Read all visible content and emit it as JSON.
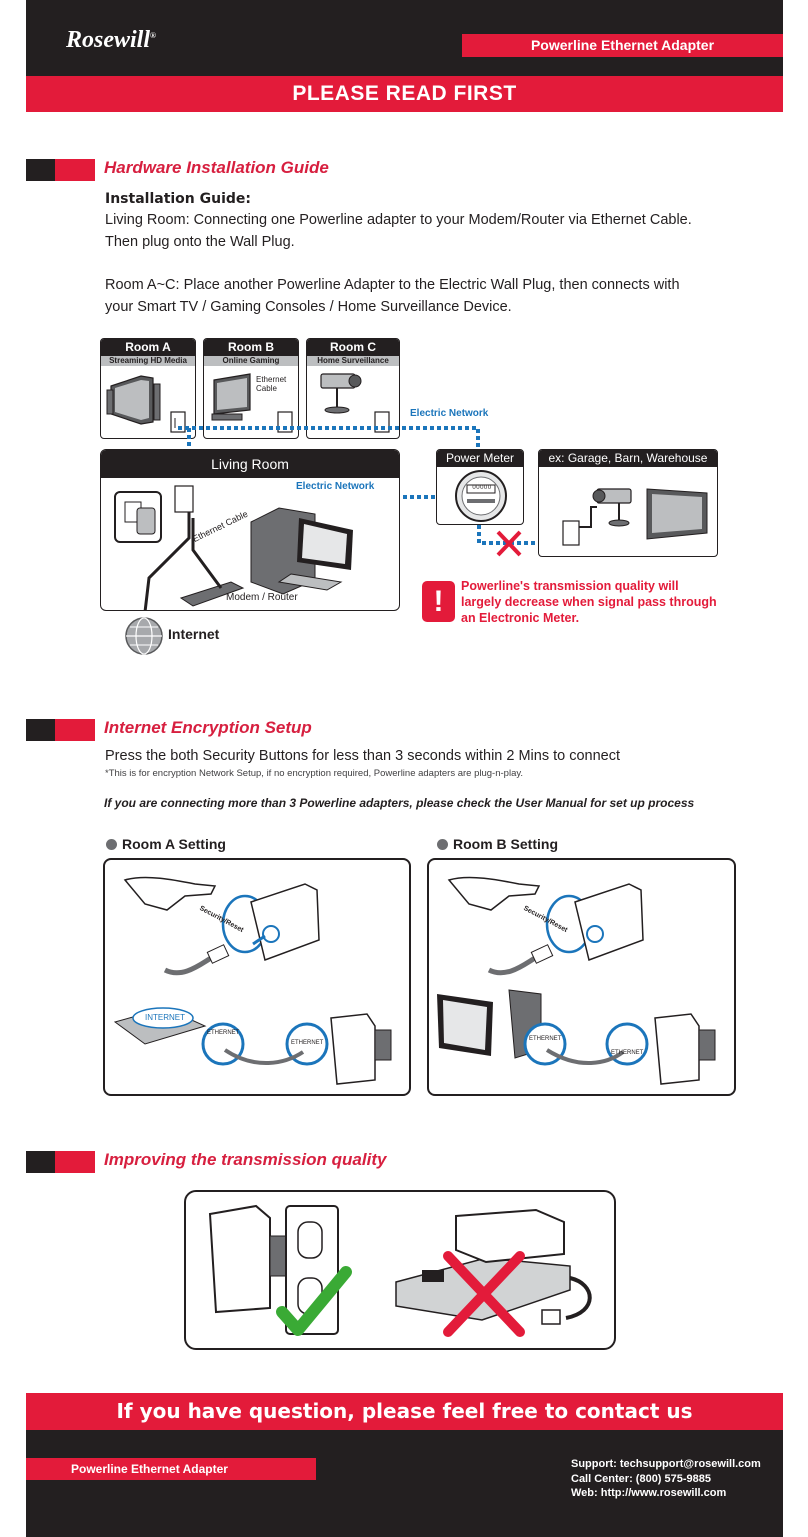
{
  "header": {
    "brand": "Rosewill",
    "brand_mark": "®",
    "product_label": "Powerline Ethernet Adapter",
    "banner": "PLEASE READ FIRST"
  },
  "hardware": {
    "title": "Hardware Installation Guide",
    "guide_heading": "Installation Guide:",
    "para1_line1": "Living Room: Connecting one Powerline adapter to your Modem/Router via Ethernet Cable.",
    "para1_line2": "Then plug onto the Wall Plug.",
    "para2_line1": "Room A~C: Place another Powerline Adapter to the Electric Wall Plug, then connects with",
    "para2_line2": "your Smart TV / Gaming Consoles / Home Surveillance Device."
  },
  "diagram": {
    "room_a": {
      "title": "Room A",
      "subtitle": "Streaming HD Media"
    },
    "room_b": {
      "title": "Room B",
      "subtitle": "Online Gaming",
      "label": "Ethernet Cable"
    },
    "room_c": {
      "title": "Room C",
      "subtitle": "Home Surveillance"
    },
    "electric_network_top": "Electric Network",
    "living_room": "Living Room",
    "electric_network_mid": "Electric Network",
    "ethernet_cable": "Ethernet Cable",
    "modem_router": "Modem / Router",
    "internet": "Internet",
    "power_meter": "Power Meter",
    "garage": "ex: Garage, Barn, Warehouse",
    "warning": "Powerline's transmission quality will largely decrease when signal pass through an Electronic Meter.",
    "warning_l1": "Powerline's transmission quality will",
    "warning_l2": "largely decrease when signal pass through",
    "warning_l3": "an Electronic Meter.",
    "meter_digits": "00000"
  },
  "encryption": {
    "title": "Internet Encryption Setup",
    "instruction": "Press the both Security Buttons for less than 3 seconds within 2 Mins to connect",
    "note": "*This is for encryption Network Setup, if no encryption required, Powerline adapters are plug-n-play.",
    "manual_note": "If you are connecting more than 3 Powerline adapters, please check the User Manual for set up process",
    "room_a_setting": "Room A Setting",
    "room_b_setting": "Room B Setting",
    "security_reset": "Security/Reset",
    "ethernet": "ETHERNET",
    "internet_cloud": "INTERNET"
  },
  "quality": {
    "title": "Improving the transmission quality"
  },
  "footer": {
    "contact_banner": "If you have question, please feel free to contact us",
    "product_label": "Powerline Ethernet Adapter",
    "support": "Support: techsupport@rosewill.com",
    "call_center": "Call Center: (800) 575-9885",
    "web": "Web: http://www.rosewill.com"
  },
  "colors": {
    "brand_red": "#e31b3a",
    "dark": "#231f20",
    "network_blue": "#1b75bb",
    "check_green": "#3aaa35"
  }
}
